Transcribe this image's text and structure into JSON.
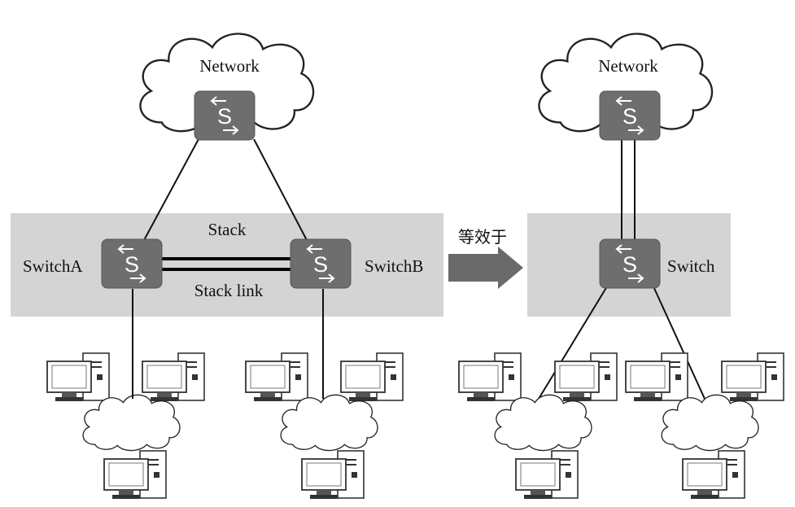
{
  "left": {
    "network_label": "Network",
    "switch_a_label": "SwitchA",
    "switch_b_label": "SwitchB",
    "stack_label": "Stack",
    "stack_link_label": "Stack link"
  },
  "arrow": {
    "label": "等效于"
  },
  "right": {
    "network_label": "Network",
    "switch_label": "Switch"
  },
  "switch_icon_letter": "S",
  "colors": {
    "stack_band": "#d4d4d4",
    "switch_body": "#6e6e6e",
    "equivalence_arrow": "#6a6a6a",
    "cloud_fill": "#ffffff",
    "line": "#111111"
  }
}
